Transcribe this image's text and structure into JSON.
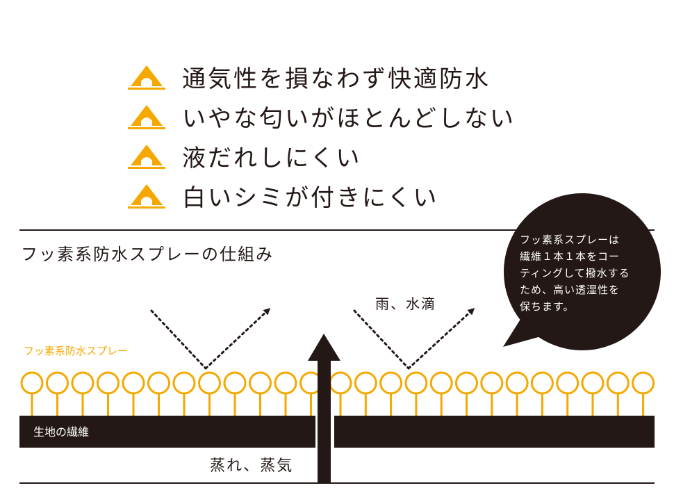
{
  "features": [
    {
      "icon": "tent-icon",
      "text": "通気性を損なわず快適防水"
    },
    {
      "icon": "tent-icon",
      "text": "いやな匂いがほとんどしない"
    },
    {
      "icon": "tent-icon",
      "text": "液だれしにくい"
    },
    {
      "icon": "tent-icon",
      "text": "白いシミが付きにくい"
    }
  ],
  "diagram": {
    "title": "フッ素系防水スプレーの仕組み",
    "spray_label": "フッ素系防水スプレー",
    "fabric_label": "生地の繊維",
    "rain_label": "雨、水滴",
    "steam_label": "蒸れ、蒸気",
    "bubble_lines": [
      "フッ素系スプレーは",
      "繊維１本１本をコー",
      "ティングして撥水する",
      "ため、高い透湿性を",
      "保ちます。"
    ]
  },
  "colors": {
    "accent": "#f5a800",
    "dark": "#231815",
    "background": "#ffffff"
  }
}
